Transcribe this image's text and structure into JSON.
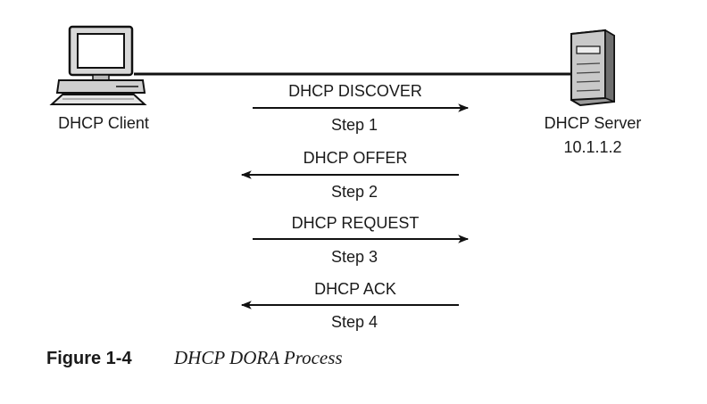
{
  "client": {
    "label": "DHCP Client",
    "icon": "desktop-computer-icon"
  },
  "server": {
    "label": "DHCP Server",
    "ip": "10.1.1.2",
    "icon": "tower-server-icon"
  },
  "messages": [
    {
      "name": "DHCP DISCOVER",
      "step": "Step 1",
      "direction": "client-to-server"
    },
    {
      "name": "DHCP OFFER",
      "step": "Step 2",
      "direction": "server-to-client"
    },
    {
      "name": "DHCP REQUEST",
      "step": "Step 3",
      "direction": "client-to-server"
    },
    {
      "name": "DHCP ACK",
      "step": "Step 4",
      "direction": "server-to-client"
    }
  ],
  "caption": {
    "number": "Figure 1-4",
    "title": "DHCP DORA Process"
  },
  "colors": {
    "ink": "#1a1a1a",
    "line": "#111111",
    "icon_fill": "#cfcfcf",
    "icon_dark": "#555555"
  }
}
